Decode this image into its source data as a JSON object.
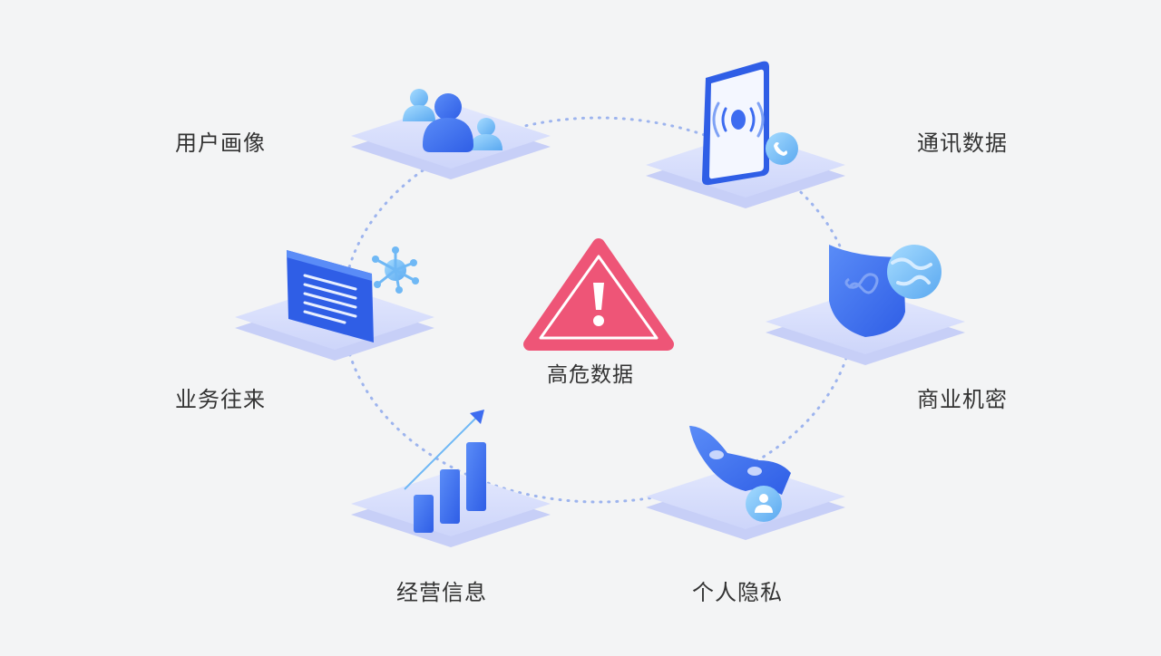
{
  "center": {
    "label": "高危数据",
    "icon": "warning-triangle-icon",
    "color": "#ee5577"
  },
  "nodes": {
    "user_profile": {
      "label": "用户画像",
      "icon": "users-icon"
    },
    "communication": {
      "label": "通讯数据",
      "icon": "phone-signal-icon"
    },
    "business": {
      "label": "业务往来",
      "icon": "document-virus-icon"
    },
    "trade_secret": {
      "label": "商业机密",
      "icon": "shield-globe-icon"
    },
    "operations": {
      "label": "经营信息",
      "icon": "bar-chart-icon"
    },
    "privacy": {
      "label": "个人隐私",
      "icon": "mask-person-icon"
    }
  },
  "colors": {
    "primary": "#3d6cf0",
    "light_blue": "#6fb8f5",
    "platform": "#d6dcfb",
    "ring": "#9db4ee",
    "text": "#333333"
  }
}
